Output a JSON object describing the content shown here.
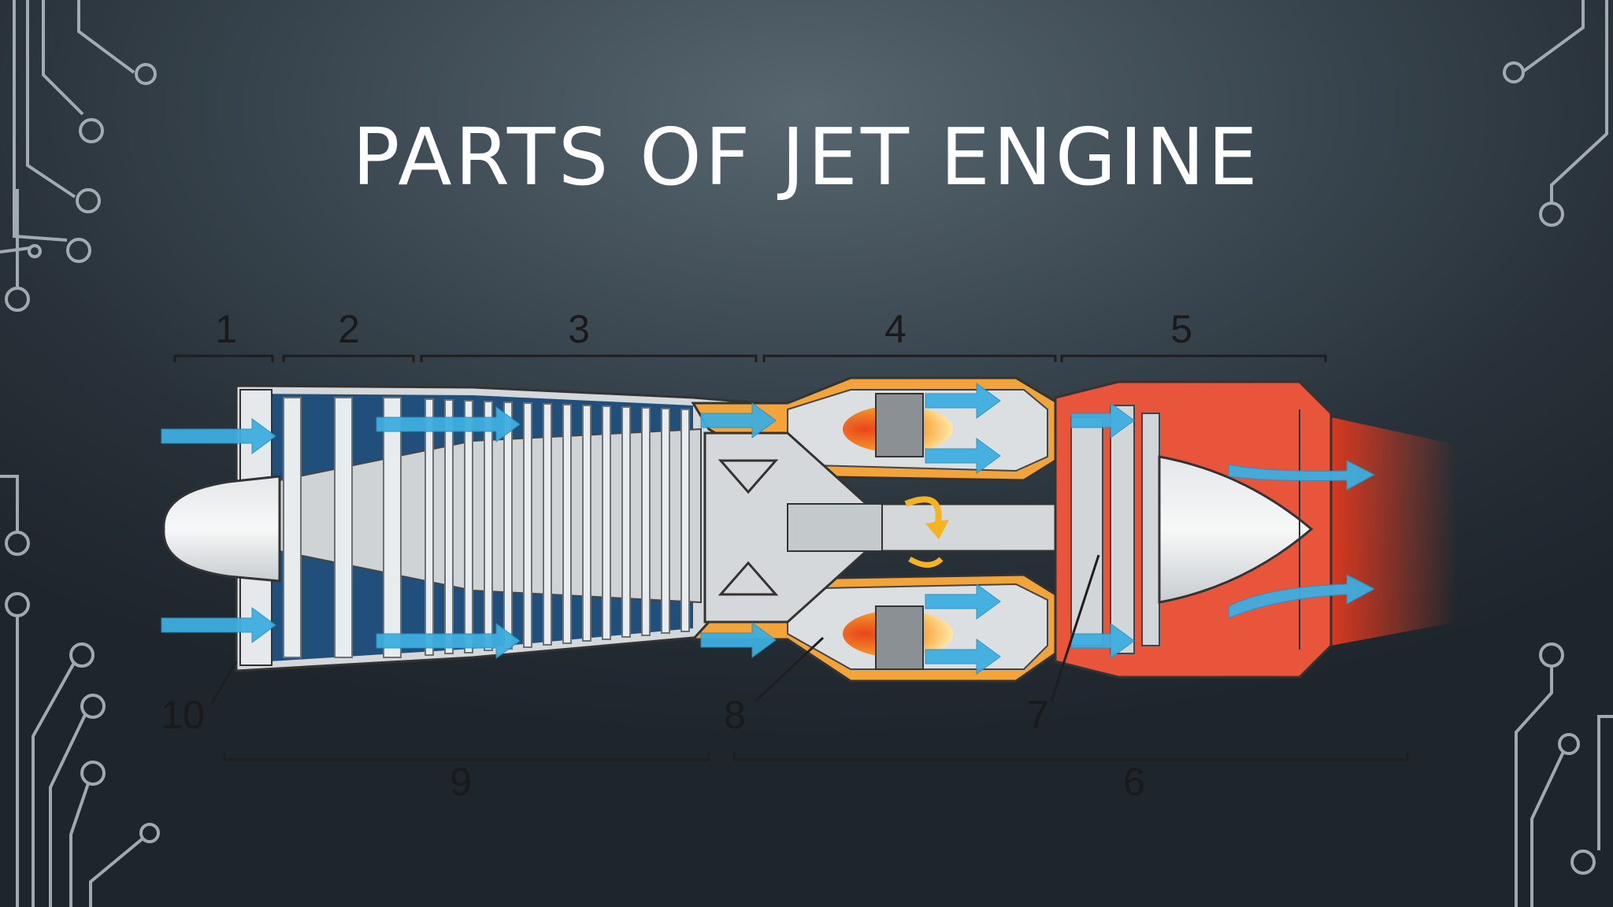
{
  "slide": {
    "title": "PARTS OF JET ENGINE"
  },
  "diagram": {
    "labels": [
      "1",
      "2",
      "3",
      "4",
      "5",
      "6",
      "7",
      "8",
      "9",
      "10"
    ]
  },
  "colors": {
    "background": "#3a4751",
    "circuit": "#aeb8be",
    "airflow": "#3eaee0",
    "combustion": "#f5a623",
    "exhaust": "#e8553a",
    "metal": "#c9ced1"
  },
  "icons": [
    "circuit-decoration",
    "airflow-arrow",
    "rotation-arrow"
  ]
}
